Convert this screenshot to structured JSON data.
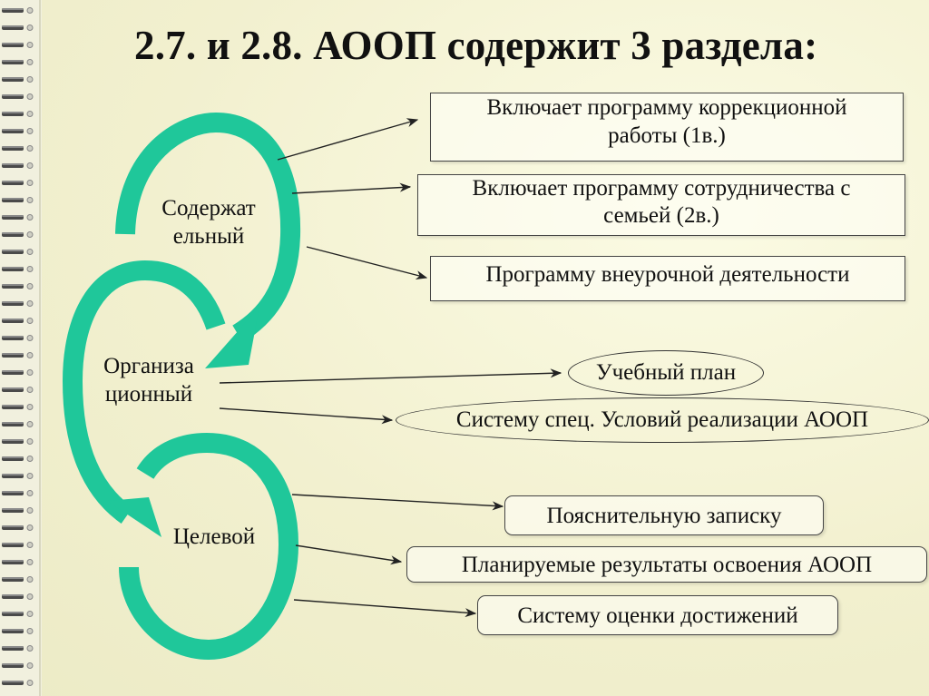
{
  "title": "2.7. и 2.8. АООП содержит 3 раздела:",
  "colors": {
    "arc": "#1fc79a",
    "arrow": "#222222",
    "background": "#f4f2d4"
  },
  "sections": [
    {
      "label_line1": "Содержат",
      "label_line2": "ельный"
    },
    {
      "label_line1": "Организа",
      "label_line2": "ционный"
    },
    {
      "label": "Целевой"
    }
  ],
  "boxes": [
    {
      "line1": "Включает программу  коррекционной",
      "line2": "работы (1в.)"
    },
    {
      "line1": "Включает программу сотрудничества с",
      "line2": "семьей (2в.)"
    },
    {
      "text": "Программу внеурочной деятельности"
    },
    {
      "text": "Учебный план"
    },
    {
      "text": "Систему спец. Условий реализации АООП"
    },
    {
      "text": "Пояснительную записку"
    },
    {
      "text": "Планируемые результаты освоения АООП"
    },
    {
      "text": "Систему оценки достижений"
    }
  ]
}
